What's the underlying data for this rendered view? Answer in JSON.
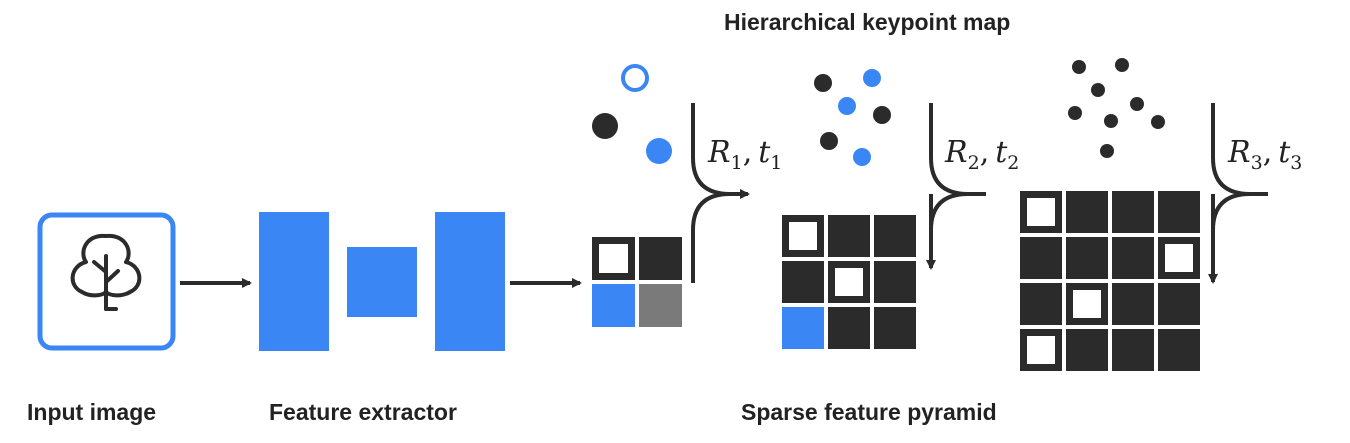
{
  "labels": {
    "input_image": "Input image",
    "feature_extractor": "Feature extractor",
    "sparse_feature_pyramid": "Sparse feature pyramid",
    "hierarchical_keypoint_map": "Hierarchical keypoint map"
  },
  "transforms": [
    {
      "R": "R",
      "t": "t",
      "sep": ",",
      "index": "1"
    },
    {
      "R": "R",
      "t": "t",
      "sep": ",",
      "index": "2"
    },
    {
      "R": "R",
      "t": "t",
      "sep": ",",
      "index": "3"
    }
  ],
  "colors": {
    "accent": "#3a86f4",
    "dark": "#2b2b2b",
    "gray": "#7a7a7a",
    "text": "#222222",
    "white": "#ffffff"
  },
  "icons": {
    "input": "tree-icon"
  },
  "pyramid": [
    {
      "rows": 2,
      "cols": 2,
      "cells": [
        [
          "outlined",
          "dark"
        ],
        [
          "blue",
          "gray"
        ]
      ]
    },
    {
      "rows": 3,
      "cols": 3,
      "cells": [
        [
          "outlined",
          "dark",
          "dark"
        ],
        [
          "dark",
          "outlined",
          "dark"
        ],
        [
          "blue",
          "dark",
          "dark"
        ]
      ]
    },
    {
      "rows": 4,
      "cols": 4,
      "cells": [
        [
          "outlined",
          "dark",
          "dark",
          "dark"
        ],
        [
          "dark",
          "dark",
          "dark",
          "outlined"
        ],
        [
          "dark",
          "outlined",
          "dark",
          "dark"
        ],
        [
          "outlined",
          "dark",
          "dark",
          "dark"
        ]
      ]
    }
  ],
  "keypoints": [
    [
      {
        "style": "ring"
      },
      {
        "style": "dark"
      },
      {
        "style": "blue"
      }
    ],
    [
      {
        "style": "dark"
      },
      {
        "style": "blue"
      },
      {
        "style": "blue"
      },
      {
        "style": "dark"
      },
      {
        "style": "dark"
      },
      {
        "style": "blue"
      }
    ],
    [
      {
        "style": "dark"
      },
      {
        "style": "dark"
      },
      {
        "style": "dark"
      },
      {
        "style": "dark"
      },
      {
        "style": "dark"
      },
      {
        "style": "dark"
      },
      {
        "style": "dark"
      },
      {
        "style": "dark"
      }
    ]
  ]
}
